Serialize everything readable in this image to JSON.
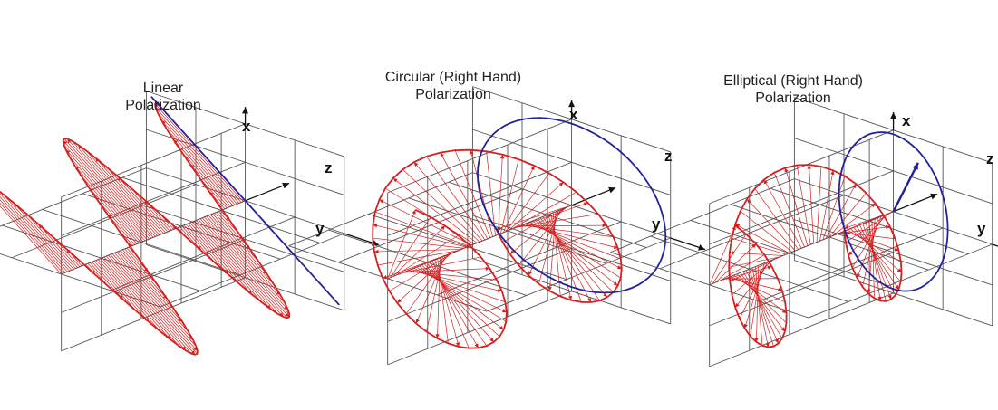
{
  "panels": [
    {
      "title_line1": "Linear",
      "title_line2": "Polarization",
      "axis_x": "x",
      "axis_y": "y",
      "axis_z": "z"
    },
    {
      "title_line1": "Circular (Right Hand)",
      "title_line2": "Polarization",
      "axis_x": "x",
      "axis_y": "y",
      "axis_z": "z"
    },
    {
      "title_line1": "Elliptical (Right Hand)",
      "title_line2": "Polarization",
      "axis_x": "x",
      "axis_y": "y",
      "axis_z": "z"
    }
  ],
  "colors": {
    "field_vector": "#d42020",
    "projection": "#22229a",
    "grid": "#555555"
  }
}
